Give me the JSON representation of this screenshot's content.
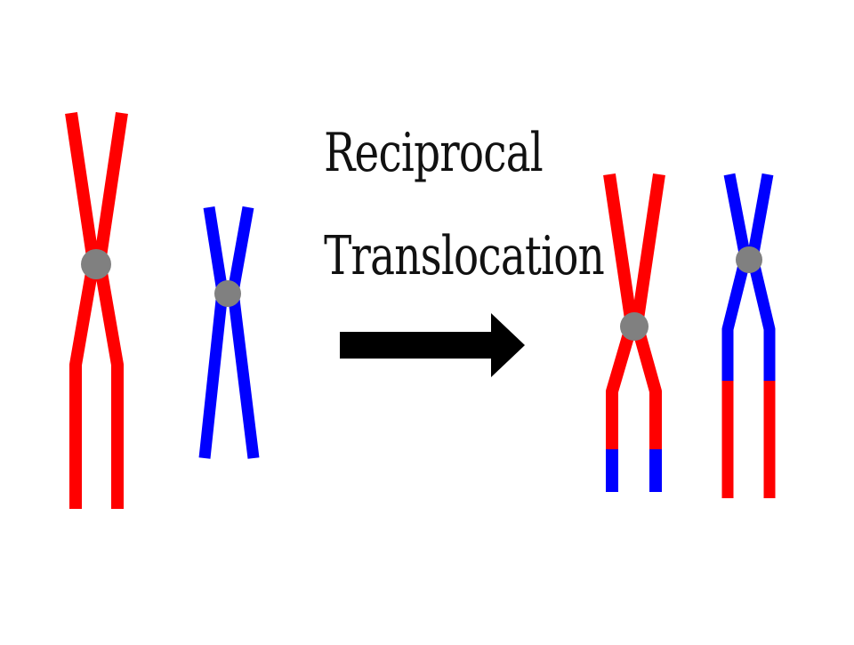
{
  "caption": {
    "line1": "Reciprocal",
    "line2": "Translocation"
  },
  "colors": {
    "chromosome_a": "#ff0000",
    "chromosome_b": "#0000ff",
    "centromere": "#808080",
    "arrow": "#000000",
    "background": "#ffffff"
  },
  "diagram": {
    "before": [
      "red-chromosome",
      "blue-chromosome"
    ],
    "after": [
      "red-chromosome-with-blue-ends",
      "blue-chromosome-with-red-ends"
    ],
    "arrow": "right-arrow-icon"
  }
}
